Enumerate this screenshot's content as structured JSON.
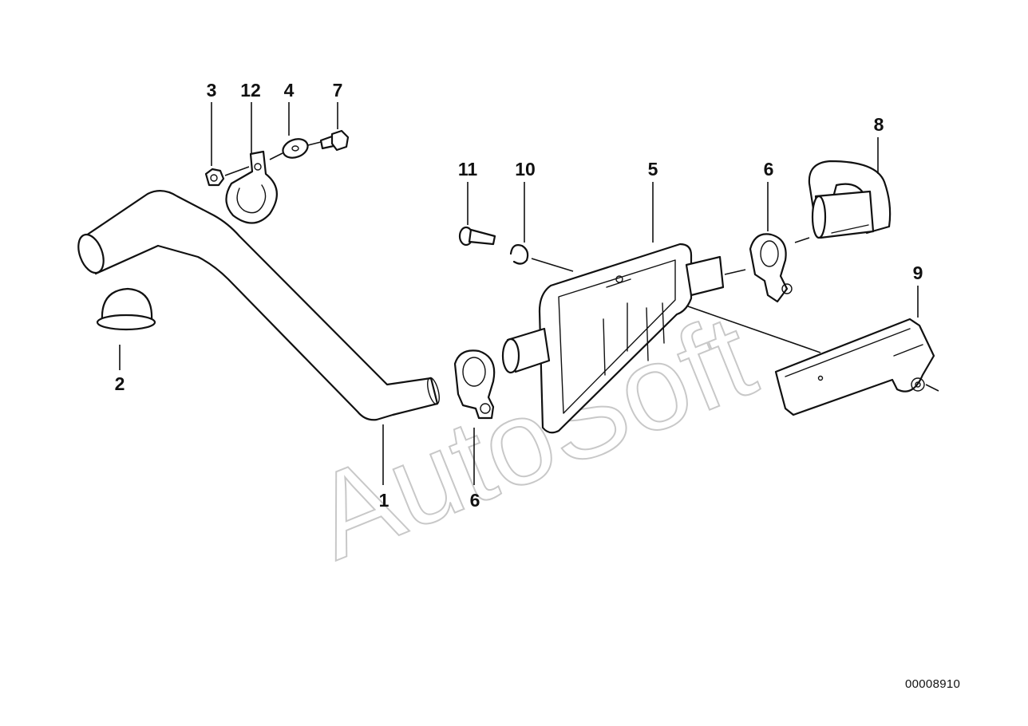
{
  "watermark": "AutoSoft",
  "diagram_id": "00008910",
  "callouts": {
    "c1": "1",
    "c2": "2",
    "c3": "3",
    "c4": "4",
    "c5": "5",
    "c6a": "6",
    "c6b": "6",
    "c7": "7",
    "c8": "8",
    "c9": "9",
    "c10": "10",
    "c11": "11",
    "c12": "12"
  }
}
